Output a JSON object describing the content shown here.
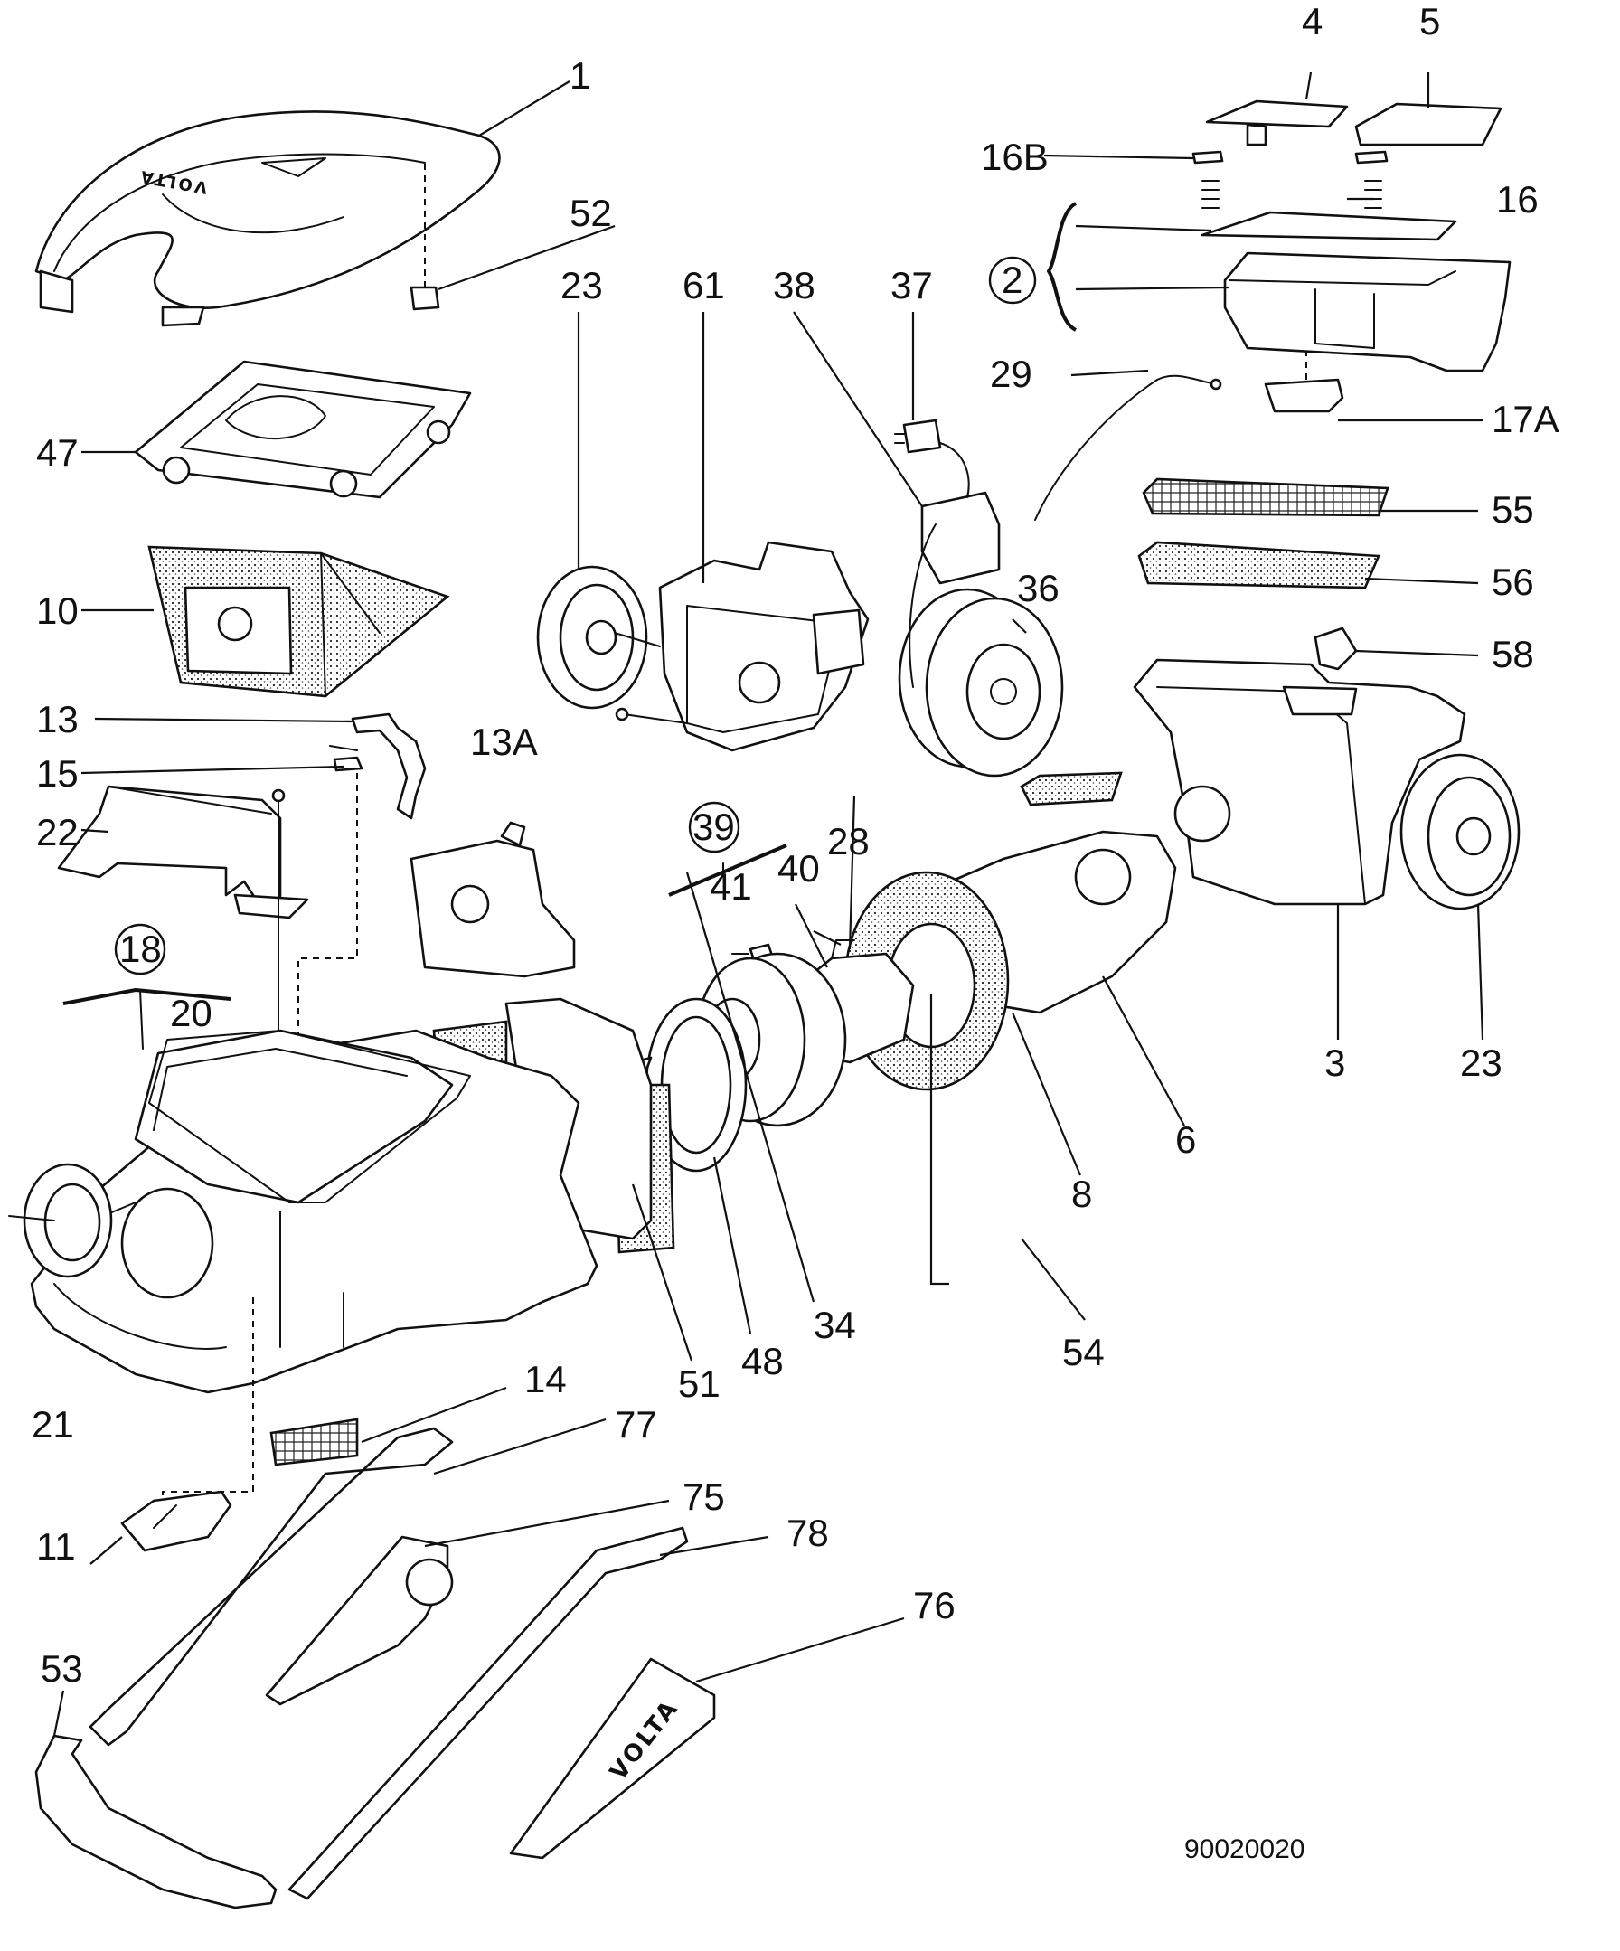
{
  "brand": "VOLTA",
  "drawing_number": "90020020",
  "callouts": {
    "c1": "1",
    "c2": "2",
    "c3": "3",
    "c4": "4",
    "c5": "5",
    "c6": "6",
    "c8": "8",
    "c10": "10",
    "c11": "11",
    "c13": "13",
    "c13A": "13A",
    "c14": "14",
    "c15": "15",
    "c16": "16",
    "c16B": "16B",
    "c17A": "17A",
    "c18": "18",
    "c20": "20",
    "c21": "21",
    "c22": "22",
    "c23a": "23",
    "c23b": "23",
    "c28": "28",
    "c29": "29",
    "c34": "34",
    "c36": "36",
    "c37": "37",
    "c38": "38",
    "c39": "39",
    "c40": "40",
    "c41": "41",
    "c47": "47",
    "c48": "48",
    "c51": "51",
    "c52": "52",
    "c53": "53",
    "c54": "54",
    "c55": "55",
    "c56": "56",
    "c58": "58",
    "c61": "61",
    "c75": "75",
    "c76": "76",
    "c77": "77",
    "c78": "78"
  }
}
